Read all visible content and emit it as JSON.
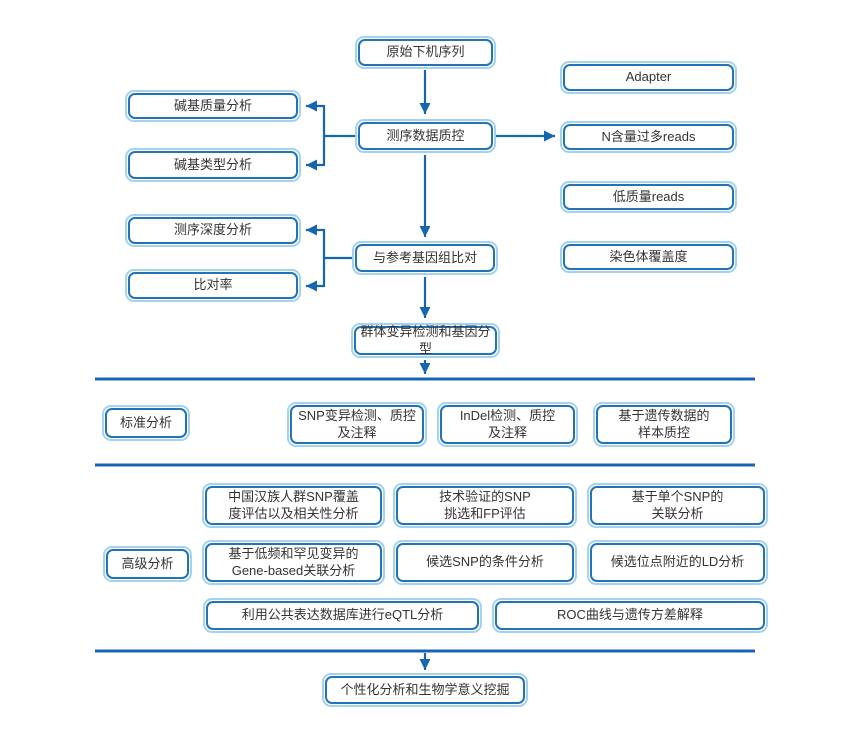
{
  "colors": {
    "box_border": "#2273b8",
    "box_outer_border": "#a5d2ef",
    "connector": "#1565b0",
    "text": "#333333"
  },
  "pipeline": {
    "raw": "原始下机序列",
    "qc": "测序数据质控",
    "align": "与参考基因组比对",
    "genotyping": "群体变异检测和基因分型"
  },
  "qc_outputs_left": {
    "base_quality": "碱基质量分析",
    "base_type": "碱基类型分析"
  },
  "align_outputs_left": {
    "depth": "测序深度分析",
    "mapping_rate": "比对率"
  },
  "right_column": {
    "adapter": "Adapter",
    "n_reads": "N含量过多reads",
    "low_quality_reads": "低质量reads",
    "chromosome_coverage": "染色体覆盖度"
  },
  "standard_section": {
    "label": "标准分析",
    "items": [
      {
        "label": "SNP变异检测、质控\n及注释"
      },
      {
        "label": "InDel检测、质控\n及注释"
      },
      {
        "label": "基于遗传数据的\n样本质控"
      }
    ]
  },
  "advanced_section": {
    "label": "高级分析",
    "row1": [
      {
        "label": "中国汉族人群SNP覆盖\n度评估以及相关性分析"
      },
      {
        "label": "技术验证的SNP\n挑选和FP评估"
      },
      {
        "label": "基于单个SNP的\n关联分析"
      }
    ],
    "row2": [
      {
        "label": "基于低频和罕见变异的\nGene-based关联分析"
      },
      {
        "label": "候选SNP的条件分析"
      },
      {
        "label": "候选位点附近的LD分析"
      }
    ],
    "row3": [
      {
        "label": "利用公共表达数据库进行eQTL分析"
      },
      {
        "label": "ROC曲线与遗传方差解释"
      }
    ]
  },
  "footer": {
    "label": "个性化分析和生物学意义挖掘"
  }
}
